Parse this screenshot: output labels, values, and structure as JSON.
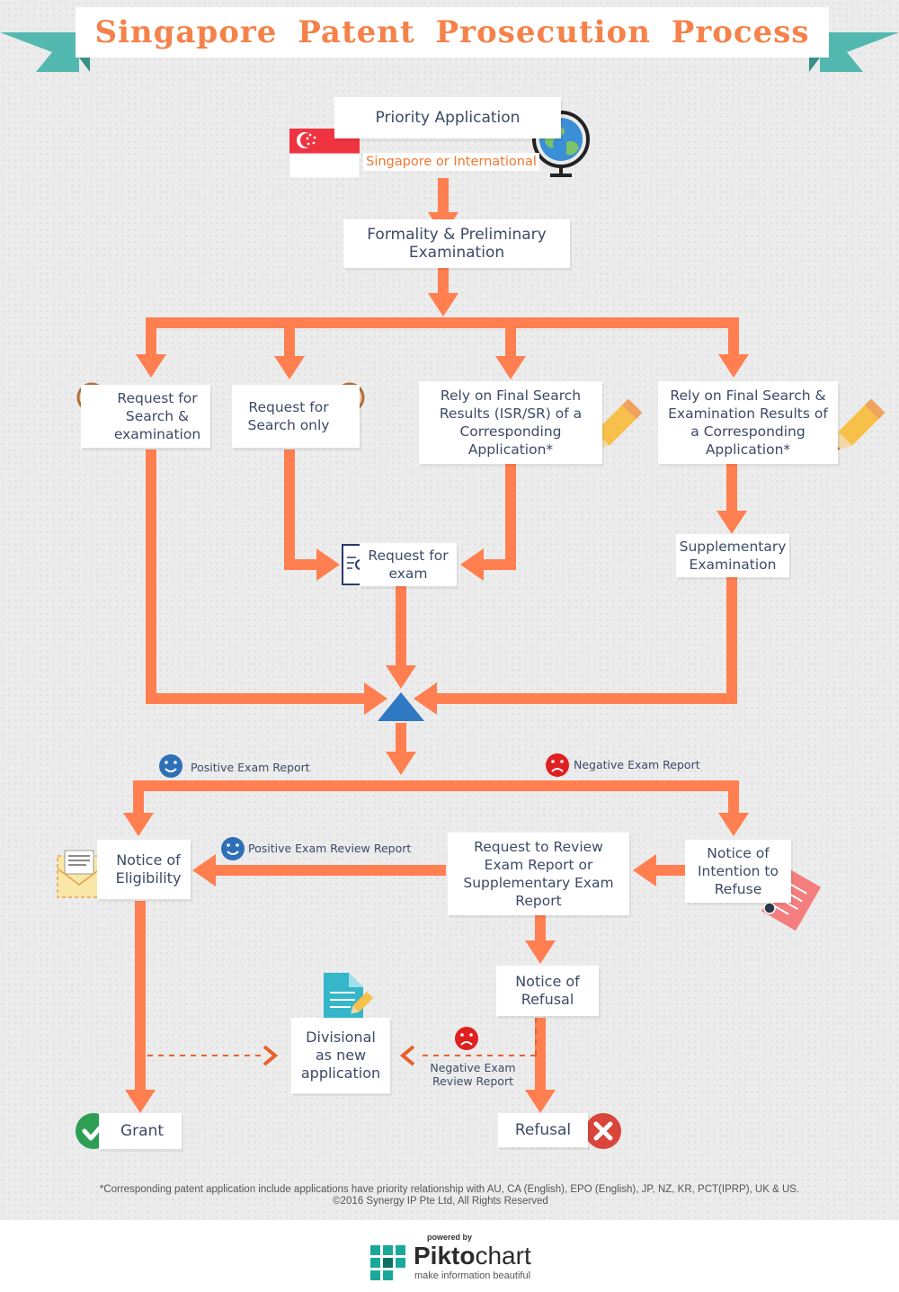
{
  "title": "Singapore Patent Prosecution Process",
  "colors": {
    "arrow": "#ff7f50",
    "node_text": "#3d4a66",
    "accent_orange": "#f2782f",
    "banner_teal": "#52b8b0",
    "triangle": "#2f78c2",
    "smile_blue": "#2f6fb8",
    "frown_red": "#e02020",
    "grant_green": "#2e9e55",
    "refusal_red": "#d9453a"
  },
  "nodes": {
    "priority": {
      "line1": "Priority Application",
      "sub": "Singapore or International"
    },
    "formality": {
      "line1": "Formality & Preliminary",
      "line2": "Examination"
    },
    "search_exam": {
      "line1": "Request for",
      "line2": "Search &",
      "line3": "examination"
    },
    "search_only": {
      "line1": "Request for",
      "line2": "Search only"
    },
    "rely_search": {
      "line1": "Rely on Final Search",
      "line2": "Results (ISR/SR) of a",
      "line3": "Corresponding",
      "line4": "Application*"
    },
    "rely_exam": {
      "line1": "Rely on Final Search &",
      "line2": "Examination Results of",
      "line3": "a Corresponding",
      "line4": "Application*"
    },
    "request_exam": {
      "line1": "Request for",
      "line2": "exam"
    },
    "supplementary": {
      "line1": "Supplementary",
      "line2": "Examination"
    },
    "eligibility": {
      "line1": "Notice of",
      "line2": "Eligibility"
    },
    "review": {
      "line1": "Request to Review",
      "line2": "Exam Report or",
      "line3": "Supplementary Exam",
      "line4": "Report"
    },
    "intention": {
      "line1": "Notice of",
      "line2": "Intention to",
      "line3": "Refuse"
    },
    "notice_refusal": {
      "line1": "Notice of",
      "line2": "Refusal"
    },
    "divisional": {
      "line1": "Divisional",
      "line2": "as new",
      "line3": "application"
    },
    "grant": {
      "line1": "Grant"
    },
    "refusal": {
      "line1": "Refusal"
    }
  },
  "labels": {
    "positive_exam": "Positive Exam Report",
    "negative_exam": "Negative Exam Report",
    "positive_review": "Positive Exam Review Report",
    "negative_review_1": "Negative Exam",
    "negative_review_2": "Review Report"
  },
  "footer": {
    "note": "*Corresponding patent application include applications have priority relationship with AU, CA (English), EPO (English), JP, NZ, KR, PCT(IPRP), UK & US.",
    "copyright": "©2016 Synergy IP Pte Ltd, All Rights Reserved"
  },
  "branding": {
    "powered_by": "powered by",
    "name_a": "Pikto",
    "name_b": "chart",
    "tagline": "make information beautiful"
  },
  "icons": [
    "singapore-flag-icon",
    "globe-icon",
    "magnifier-icon",
    "pencil-icon",
    "document-search-icon",
    "envelope-icon",
    "checklist-icon",
    "notepad-icon",
    "smile-icon",
    "frown-icon",
    "check-circle-icon",
    "x-circle-icon",
    "triangle-merge-icon",
    "piktochart-logo-icon"
  ]
}
